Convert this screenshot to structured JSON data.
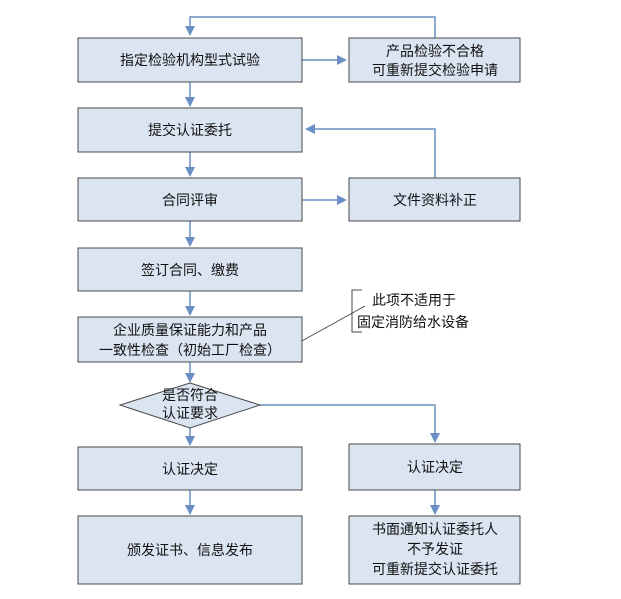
{
  "colors": {
    "box_fill": "#dbe4f1",
    "box_border": "#4a4a4a",
    "arrow": "#6a8fc4",
    "text": "#111111"
  },
  "steps": {
    "designate_lab_test": "指定检验机构型式试验",
    "submit_commission": "提交认证委托",
    "contract_review": "合同评审",
    "sign_contract_pay": "签订合同、缴费",
    "factory_inspection_line1": "企业质量保证能力和产品",
    "factory_inspection_line2": "一致性检查（初始工厂检查）",
    "decision_line1": "是否符合",
    "decision_line2": "认证要求",
    "certification_decision_left": "认证决定",
    "issue_certificate": "颁发证书、信息发布",
    "certification_decision_right": "认证决定"
  },
  "side_boxes": {
    "test_failed_line1": "产品检验不合格",
    "test_failed_line2": "可重新提交检验申请",
    "document_correction": "文件资料补正",
    "reject_line1": "书面通知认证委托人",
    "reject_line2": "不予发证",
    "reject_line3": "可重新提交认证委托"
  },
  "note": {
    "line1": "此项不适用于",
    "line2": "固定消防给水设备"
  }
}
